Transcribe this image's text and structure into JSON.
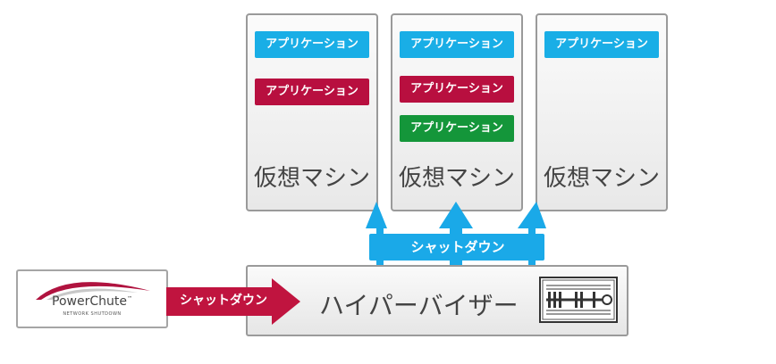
{
  "vms": [
    {
      "apps": [
        {
          "label": "アプリケーション",
          "color": "blue"
        },
        {
          "label": "アプリケーション",
          "color": "red"
        }
      ],
      "label": "仮想マシン"
    },
    {
      "apps": [
        {
          "label": "アプリケーション",
          "color": "blue"
        },
        {
          "label": "アプリケーション",
          "color": "red"
        },
        {
          "label": "アプリケーション",
          "color": "green"
        }
      ],
      "label": "仮想マシン"
    },
    {
      "apps": [
        {
          "label": "アプリケーション",
          "color": "blue"
        }
      ],
      "label": "仮想マシン"
    }
  ],
  "hypervisor": {
    "label": "ハイパーバイザー"
  },
  "powerchute": {
    "title": "PowerChute",
    "trademark": "™",
    "subtitle": "NETWORK SHUTDOWN"
  },
  "shutdown_to_hypervisor": {
    "label": "シャットダウン"
  },
  "shutdown_to_vms": {
    "label": "シャットダウン"
  },
  "colors": {
    "blue": "#19aee6",
    "red": "#b80f3f",
    "green": "#14963a",
    "arrow_red": "#c0143f",
    "arrow_blue": "#1aa9e8"
  }
}
